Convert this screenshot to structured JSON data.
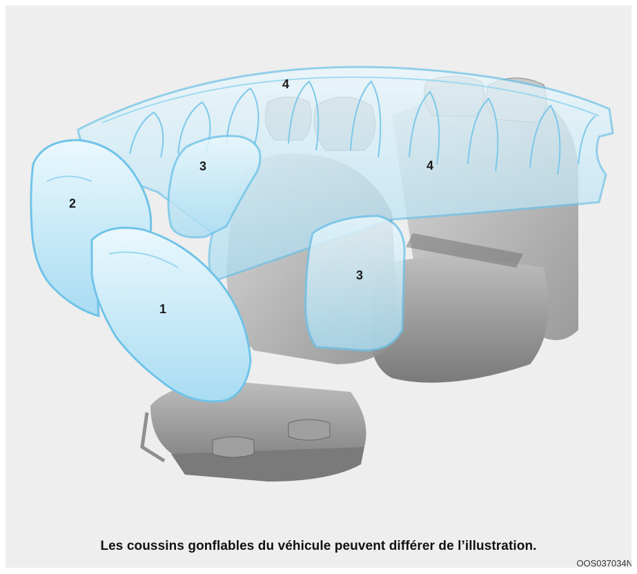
{
  "figure": {
    "labels": [
      {
        "id": "driver",
        "text": "1"
      },
      {
        "id": "knee",
        "text": "2"
      },
      {
        "id": "side-front-left",
        "text": "3"
      },
      {
        "id": "side-front-right",
        "text": "3"
      },
      {
        "id": "curtain-top",
        "text": "4"
      },
      {
        "id": "curtain-right",
        "text": "4"
      }
    ],
    "colors": {
      "airbag_fill": "#bfe6f6",
      "airbag_edge": "#6fc3e8",
      "seat": "#9a9a9a"
    }
  },
  "caption": "Les coussins gonflables du véhicule peuvent différer de l’illustration.",
  "figure_code": "OOS037034N"
}
